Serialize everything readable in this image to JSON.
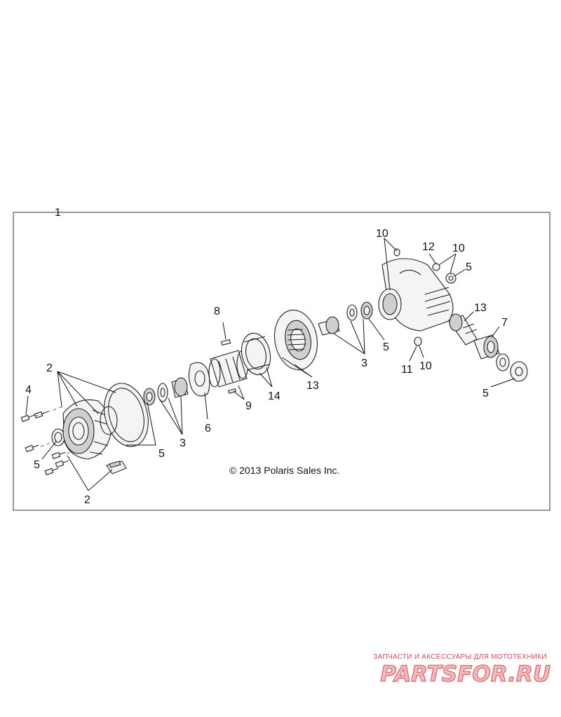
{
  "copyright": "© 2013 Polaris Sales Inc.",
  "callouts": {
    "c1": "1",
    "c2a": "2",
    "c2b": "2",
    "c3a": "3",
    "c3b": "3",
    "c4": "4",
    "c5a": "5",
    "c5b": "5",
    "c5c": "5",
    "c5d": "5",
    "c5e": "5",
    "c6": "6",
    "c7": "7",
    "c8": "8",
    "c9": "9",
    "c10a": "10",
    "c10b": "10",
    "c10c": "10",
    "c11": "11",
    "c12": "12",
    "c13a": "13",
    "c13b": "13",
    "c14": "14"
  },
  "watermark": {
    "tagline": "ЗАПЧАСТИ И АКСЕССУАРЫ ДЛЯ МОТОТЕХНИКИ",
    "brand": "PARTSFOR.RU",
    "color": "#d9656d"
  }
}
